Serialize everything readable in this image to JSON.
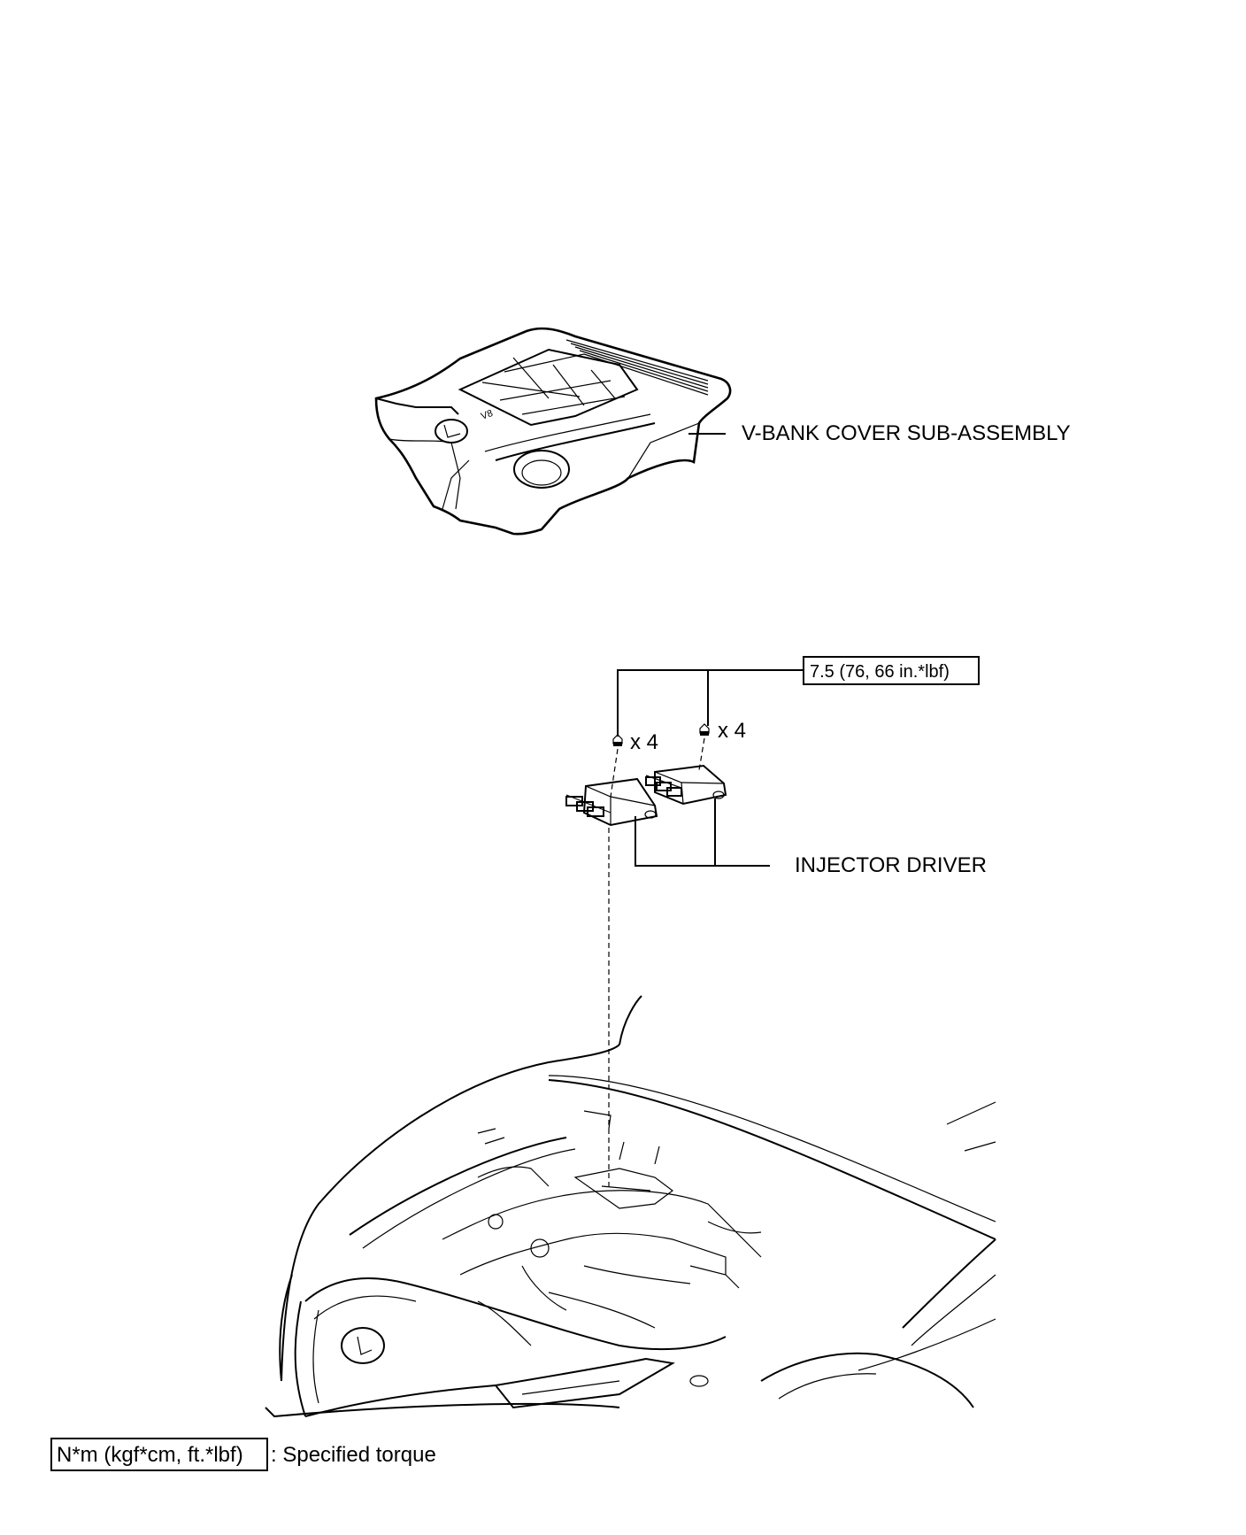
{
  "labels": {
    "vbank_cover": "V-BANK COVER SUB-ASSEMBLY",
    "injector_driver": "INJECTOR DRIVER",
    "torque_value": "7.5 (76, 66 in.*lbf)",
    "qty_left": "x 4",
    "qty_right": "x 4",
    "cover_badge": "V8"
  },
  "legend": {
    "unit_box": "N*m (kgf*cm, ft.*lbf)",
    "description": ": Specified torque"
  }
}
